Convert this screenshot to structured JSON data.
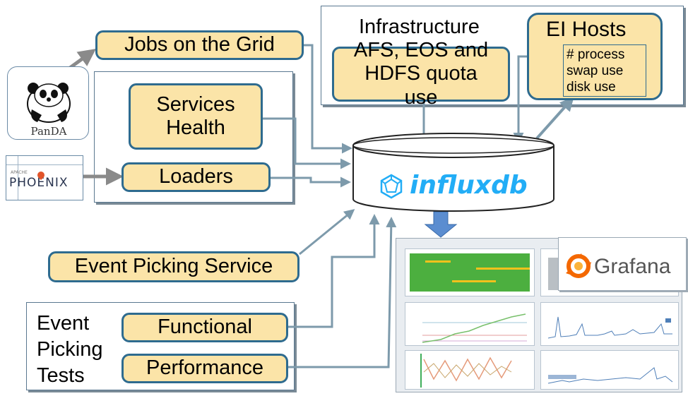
{
  "boxes": {
    "jobs_on_grid": "Jobs on the Grid",
    "services_health": "Services Health",
    "loaders": "Loaders",
    "event_picking_service": "Event Picking Service",
    "functional": "Functional",
    "performance": "Performance",
    "afs_quota": "AFS, EOS and HDFS quota use",
    "ei_hosts": "EI Hosts"
  },
  "ei_hosts_metrics": [
    "# process",
    "swap use",
    "disk use"
  ],
  "infrastructure_label": "Infrastructure",
  "tests_group_label": [
    "Event",
    "Picking",
    "Tests"
  ],
  "logos": {
    "panda": "PanDA",
    "phoenix_small": "APACHE",
    "phoenix": "PHOENIX",
    "influxdb": "influxdb",
    "grafana": "Grafana"
  },
  "colors": {
    "box_fill": "#fbe4a8",
    "box_border": "#2e6b8f",
    "arrow": "#7d9aab",
    "influx_blue": "#22adf6",
    "grafana_orange": "#f46800"
  }
}
